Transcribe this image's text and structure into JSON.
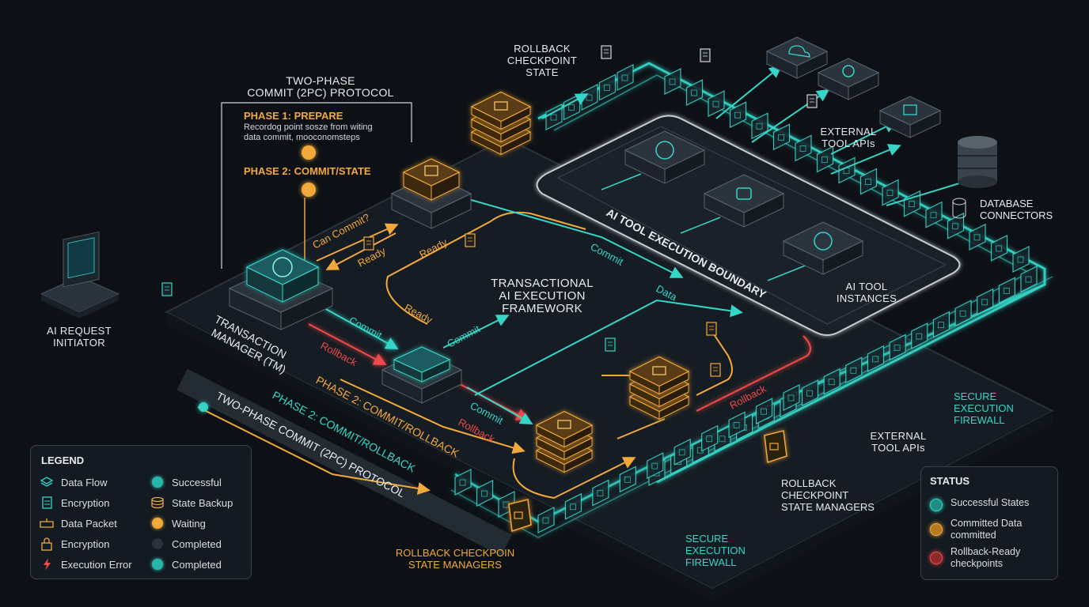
{
  "colors": {
    "background": "#0d1116",
    "cyan": "#35d6c8",
    "orange": "#f2a93b",
    "red": "#ef4a4a",
    "panel": "#141a21",
    "border": "#3a434d"
  },
  "protocol_box": {
    "title": "TWO-PHASE\nCOMMIT (2PC) PROTOCOL",
    "phase1_title": "PHASE 1: PREPARE",
    "phase1_desc": "Recordog point sosze from witing\ndata commit, mooconomsteps",
    "phase2_title": "PHASE 2: COMMIT/STATE"
  },
  "nodes": {
    "initiator": "AI REQUEST\nINITIATOR",
    "transaction_manager": "TRANSACTION\nMANAGER (TM)",
    "framework": "TRANSACTIONAL\nAI EXECUTION\nFRAMEWORK",
    "boundary": "AI TOOL EXECUTION BOUNDARY",
    "tool_instances": "AI TOOL\nINSTANCES",
    "external_apis_top": "EXTERNAL\nTOOL APIs",
    "database_connectors": "DATABASE\nCONNECTORS",
    "rollback_checkpoint_state": "ROLLBACK\nCHECKPOINT\nSTATE",
    "secure_firewall_right": "SECURE\nEXECUTION\nFIREWALL",
    "external_apis_bottom": "EXTERNAL\nTOOL APIs",
    "rollback_managers_mid": "ROLLBACK\nCHECKPOINT\nSTATE MANAGERS",
    "secure_firewall_bottom": "SECURE\nEXECUTION\nFIREWALL",
    "rollback_managers_bottom": "ROLLBACK CHECKPOIN\nSTATE MANAGERS"
  },
  "flow_labels": {
    "can_commit": "Can Commit?",
    "ready_1": "Ready",
    "ready_2": "Ready",
    "ready_3": "Ready",
    "commit_1": "Commit",
    "commit_2": "Commit",
    "commit_3": "Commit",
    "commit_4": "Commit",
    "data": "Data",
    "rollback_1": "Rollback",
    "rollback_2": "Rollback",
    "rollback_3": "Rollback",
    "phase2_rollback": "PHASE 2: COMMIT/ROLLBACK",
    "phase2_rollback_cyan": "PHASE 2: COMMIT/ROLLBACK",
    "protocol_floor": "TWO-PHASE COMMIT (2PC) PROTOCOL"
  },
  "legend": {
    "title": "LEGEND",
    "items": [
      {
        "label": "Data Flow",
        "icon": "layers-icon"
      },
      {
        "label": "Encryption",
        "icon": "document-icon"
      },
      {
        "label": "Data Packet",
        "icon": "packet-icon"
      },
      {
        "label": "Encryption",
        "icon": "lock-icon"
      },
      {
        "label": "Execution Error",
        "icon": "bolt-icon"
      },
      {
        "label": "Successful",
        "icon": "teal-dot"
      },
      {
        "label": "State Backup",
        "icon": "stack-icon"
      },
      {
        "label": "Waiting",
        "icon": "orange-dot"
      },
      {
        "label": "Completed",
        "icon": "dark-dot"
      },
      {
        "label": "Completed",
        "icon": "teal-dot"
      }
    ]
  },
  "status": {
    "title": "STATUS",
    "items": [
      {
        "label": "Successful States",
        "color": "#35d6c8"
      },
      {
        "label": "Committed Data\ncommitted",
        "color": "#f2a93b"
      },
      {
        "label": "Rollback-Ready\ncheckpoints",
        "color": "#ef4a4a"
      }
    ]
  }
}
